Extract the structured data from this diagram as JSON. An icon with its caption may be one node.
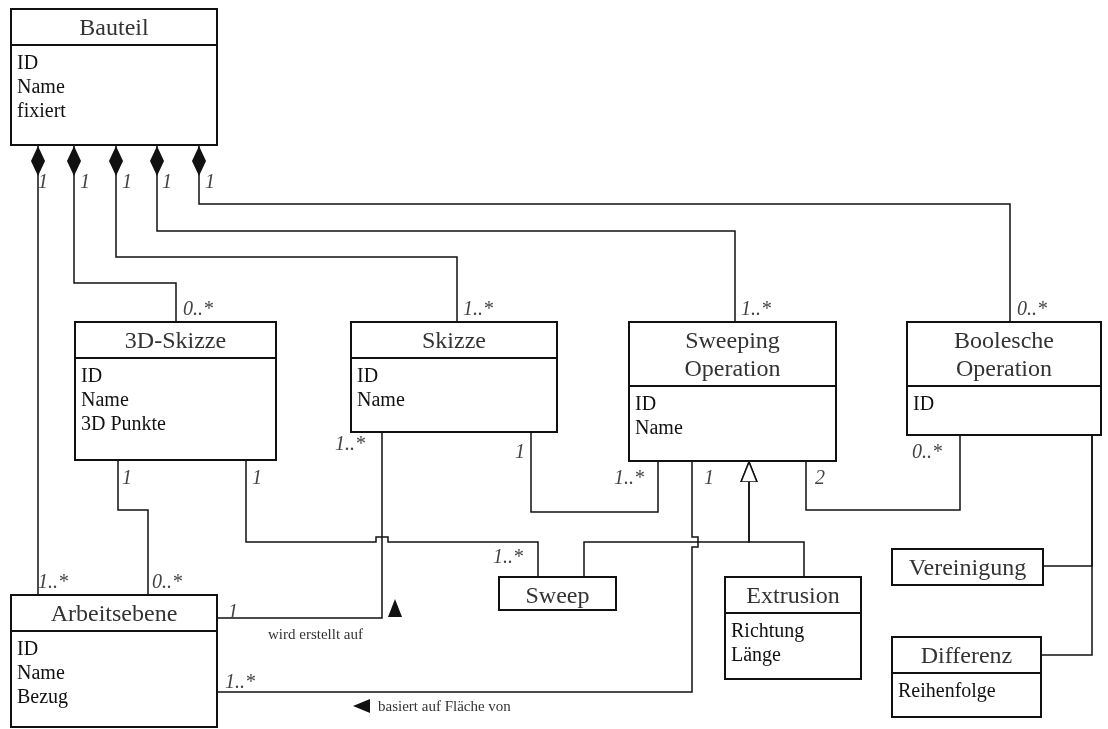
{
  "diagram": {
    "nodes": [
      {
        "text": [
          "Bauteil",
          "ID",
          "Name",
          "fixiert"
        ]
      },
      {
        "text": [
          "3D-Skizze",
          "ID",
          "Name",
          "3D Punkte"
        ]
      },
      {
        "text": [
          "Skizze",
          "ID",
          "Name"
        ]
      },
      {
        "text": [
          "Sweeping Operation",
          "ID",
          "Name"
        ]
      },
      {
        "text": [
          "Boolesche Operation",
          "ID"
        ]
      },
      {
        "text": [
          "Sweep"
        ]
      },
      {
        "text": [
          "Extrusion",
          "Richtung",
          "Länge"
        ]
      },
      {
        "text": [
          "Vereinigung"
        ]
      },
      {
        "text": [
          "Differenz",
          "Reihenfolge"
        ]
      },
      {
        "text": [
          "Arbeitsebene",
          "ID",
          "Name",
          "Bezug"
        ]
      }
    ],
    "edges": [
      {
        "from": 0,
        "to": 9,
        "arrow": "other"
      },
      {
        "from": 0,
        "to": 1,
        "arrow": "other"
      },
      {
        "from": 0,
        "to": 2,
        "arrow": "other"
      },
      {
        "from": 0,
        "to": 3,
        "arrow": "other"
      },
      {
        "from": 0,
        "to": 4,
        "arrow": "other"
      },
      {
        "from": 1,
        "to": 9,
        "arrow": "none"
      },
      {
        "from": 2,
        "to": 9,
        "arrow": "none",
        "label": "wird erstellt auf"
      },
      {
        "from": 1,
        "to": 5,
        "arrow": "none"
      },
      {
        "from": 2,
        "to": 3,
        "arrow": "none"
      },
      {
        "from": 3,
        "to": 9,
        "arrow": "none",
        "label": "basiert auf Fläche von"
      },
      {
        "from": 4,
        "to": 3,
        "arrow": "none"
      },
      {
        "from": 5,
        "to": 3,
        "arrow": "to"
      },
      {
        "from": 6,
        "to": 3,
        "arrow": "to"
      },
      {
        "from": 7,
        "to": 4,
        "arrow": "none"
      },
      {
        "from": 8,
        "to": 4,
        "arrow": "none"
      }
    ],
    "labels": [
      "1",
      "1",
      "1",
      "1",
      "1",
      "0..*",
      "1..*",
      "1..*",
      "0..*",
      "1..*",
      "1",
      "0..*",
      "1",
      "1",
      "1..*",
      "1",
      "2",
      "1..*",
      "0..*",
      "1..*",
      "1",
      "1..*"
    ]
  }
}
